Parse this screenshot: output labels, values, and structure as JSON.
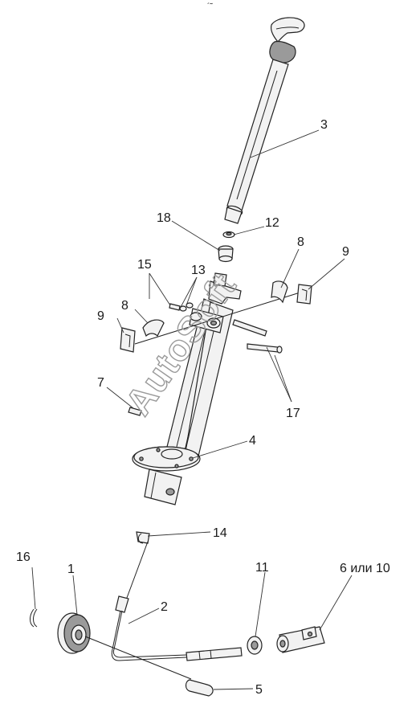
{
  "header_mark": "´˜",
  "watermark": "AutoSoft",
  "callouts": [
    "1",
    "2",
    "3",
    "4",
    "5",
    "6 или 10",
    "7",
    "8",
    "8",
    "9",
    "9",
    "11",
    "12",
    "13",
    "14",
    "15",
    "16",
    "17",
    "18"
  ]
}
